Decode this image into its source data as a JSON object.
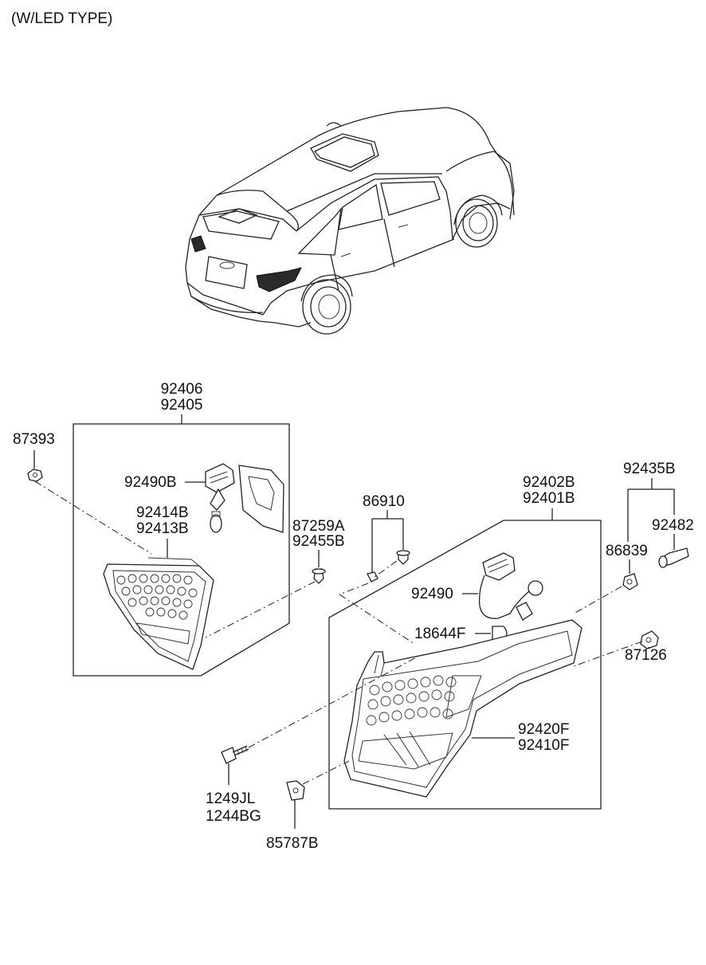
{
  "title": "(W/LED TYPE)",
  "parts": {
    "p92406": "92406",
    "p92405": "92405",
    "p87393": "87393",
    "p92490B": "92490B",
    "p92414B": "92414B",
    "p92413B": "92413B",
    "p87259A": "87259A",
    "p92455B": "92455B",
    "p86910": "86910",
    "p92402B": "92402B",
    "p92401B": "92401B",
    "p92435B": "92435B",
    "p92482": "92482",
    "p86839": "86839",
    "p92490": "92490",
    "p18644F": "18644F",
    "p87126": "87126",
    "p92420F": "92420F",
    "p92410F": "92410F",
    "p1249JL": "1249JL",
    "p1244BG": "1244BG",
    "p85787B": "85787B"
  }
}
